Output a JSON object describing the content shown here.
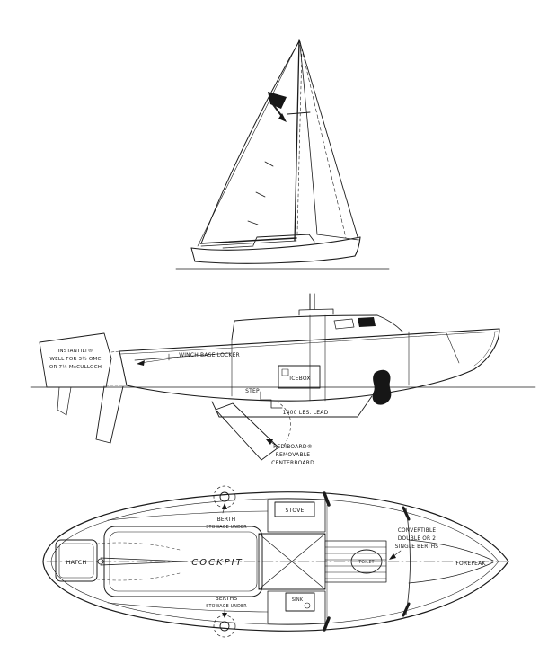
{
  "page": {
    "paper_color": "#ffffff",
    "ink_color": "#1b1b1b",
    "description": "three-view line drawing of a small sailboat: sail plan, interior profile, deck plan"
  },
  "views": {
    "sail_plan": {
      "icons": {
        "class_insignia": "pennant-with-arrow-emblem"
      }
    },
    "profile": {
      "instantilt_well": {
        "line1": "INSTANTILT®",
        "line2": "WELL FOR 3½ OMC",
        "line3": "OR 7½ McCULLOCH"
      },
      "winch_base_locker": "WINCH BASE LOCKER",
      "icebox": "ICEBOX",
      "step": "STEP",
      "ballast": "1400 LBS. LEAD",
      "centerboard": {
        "line1": "REDIBOARD®",
        "line2": "REMOVABLE",
        "line3": "CENTERBOARD"
      }
    },
    "plan": {
      "berth": "BERTH",
      "berth_note": "STOWAGE UNDER",
      "stove": "STOVE",
      "hatch": "HATCH",
      "cockpit": "COCKPIT",
      "sink": "SINK",
      "toilet": "TOILET",
      "convertible": {
        "line1": "CONVERTIBLE",
        "line2": "DOUBLE OR 2",
        "line3": "SINGLE BERTHS"
      },
      "forepeak": "FOREPEAK",
      "berths": "BERTHS",
      "berths_note": "STOWAGE UNDER"
    }
  }
}
